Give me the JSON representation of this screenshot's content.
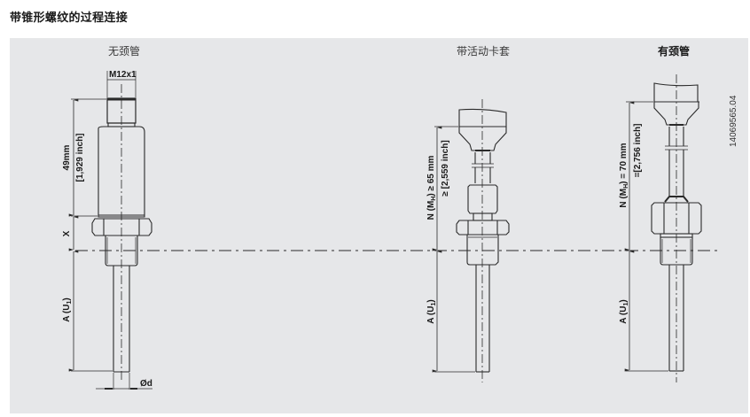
{
  "header": {
    "title": "带锥形螺纹的过程连接"
  },
  "columns": [
    {
      "label": "无颈管",
      "bold": false
    },
    {
      "label": "带活动卡套",
      "bold": false
    },
    {
      "label": "有颈管",
      "bold": true
    }
  ],
  "document_number": "14069565.04",
  "dimensions": {
    "thread": "M12x1",
    "length_mm": "49mm",
    "length_inch": "[1,929 inch]",
    "x_label": "X",
    "a_label": "A (U",
    "a_sub": "1",
    "a_close": ")",
    "diameter": "Ød",
    "n_ferrule_mm": "N (M",
    "n_ferrule_sub": "H",
    "n_ferrule_rest": ") ≥ 65 mm",
    "n_ferrule_inch": "≥ [2,559 inch]",
    "n_neck_mm": "N (M",
    "n_neck_sub": "H",
    "n_neck_rest": ") = 70 mm",
    "n_neck_inch": "=[2,756 inch]"
  },
  "colors": {
    "panel_bg": "#e6e7e9",
    "line": "#2a2a2a"
  }
}
